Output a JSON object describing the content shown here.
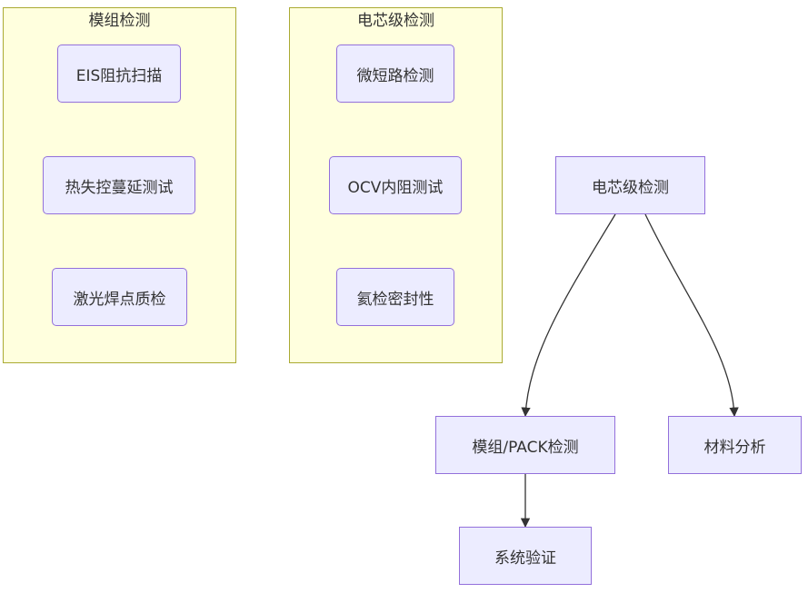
{
  "clusters": {
    "module": {
      "title": "模组检测",
      "nodes": [
        "EIS阻抗扫描",
        "热失控蔓延测试",
        "激光焊点质检"
      ]
    },
    "cell": {
      "title": "电芯级检测",
      "nodes": [
        "微短路检测",
        "OCV内阻测试",
        "氦检密封性"
      ]
    }
  },
  "flow": {
    "cell": "电芯级检测",
    "module_pack": "模组/PACK检测",
    "material": "材料分析",
    "system": "系统验证"
  },
  "colors": {
    "cluster_fill": "#ffffde",
    "cluster_border": "#aaaa33",
    "node_fill": "#ececff",
    "node_border": "#9370db",
    "edge": "#333333"
  }
}
